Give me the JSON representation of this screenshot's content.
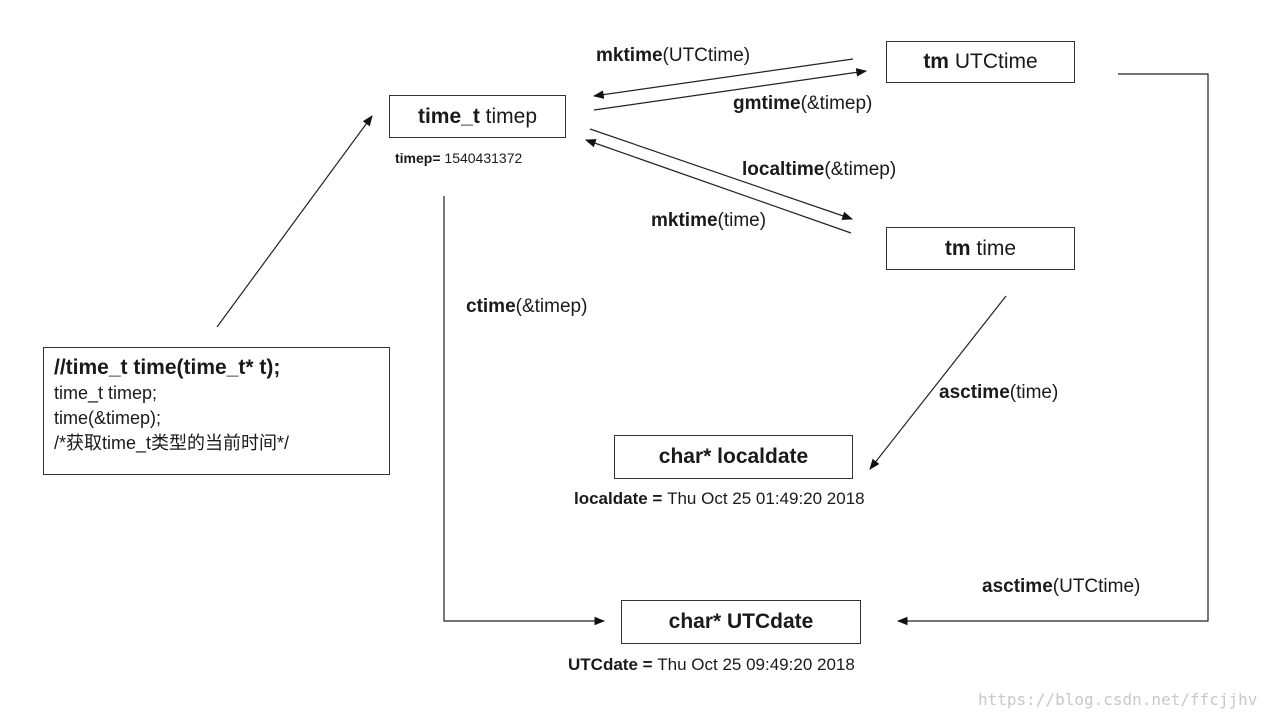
{
  "nodes": {
    "time_t": {
      "type": "time_t",
      "name": "timep"
    },
    "tm_utc": {
      "type": "tm",
      "name": "UTCtime"
    },
    "tm_local": {
      "type": "tm",
      "name": "time"
    },
    "char_local": {
      "type": "char*",
      "name": "localdate"
    },
    "char_utc": {
      "type": "char*",
      "name": "UTCdate"
    }
  },
  "values": {
    "timep": {
      "key": "timep=",
      "value": "1540431372"
    },
    "localdate": {
      "key": "localdate =",
      "value": "Thu Oct 25 01:49:20 2018"
    },
    "utcdate": {
      "key": "UTCdate =",
      "value": "Thu Oct 25 09:49:20 2018"
    }
  },
  "code": {
    "title": "//time_t time(time_t* t);",
    "lines": [
      "time_t timep;",
      "time(&timep);",
      "/*获取time_t类型的当前时间*/"
    ]
  },
  "edges": {
    "mktime_utc": {
      "fn": "mktime",
      "arg": "(UTCtime)"
    },
    "gmtime": {
      "fn": "gmtime",
      "arg": "(&timep)"
    },
    "localtime": {
      "fn": "localtime",
      "arg": "(&timep)"
    },
    "mktime_local": {
      "fn": "mktime",
      "arg": "(time)"
    },
    "ctime": {
      "fn": "ctime",
      "arg": "(&timep)"
    },
    "asctime_local": {
      "fn": "asctime",
      "arg": "(time)"
    },
    "asctime_utc": {
      "fn": "asctime",
      "arg": "(UTCtime)"
    }
  },
  "watermark": "https://blog.csdn.net/ffcjjhv"
}
